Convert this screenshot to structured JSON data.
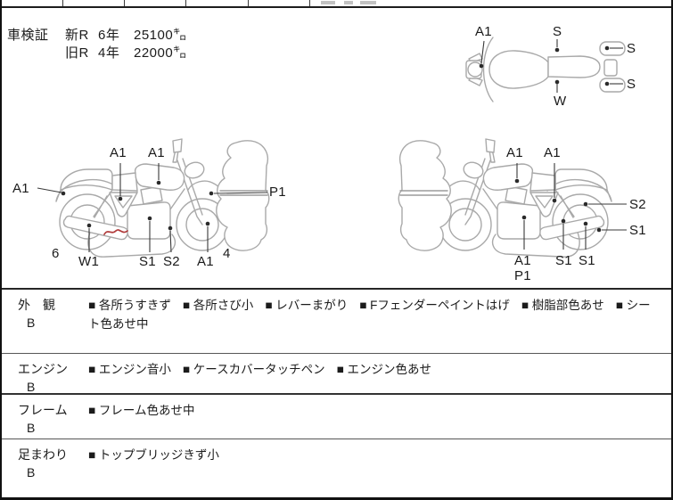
{
  "bullet": "■",
  "cert": {
    "title": "車検証",
    "new_era": "新R",
    "new_year": "6年",
    "new_mileage": "25100㌔",
    "old_era": "旧R",
    "old_year": "4年",
    "old_mileage": "22000㌔"
  },
  "diagrams": {
    "top_view": {
      "labels": [
        "A1",
        "S",
        "S",
        "S",
        "W"
      ]
    },
    "left_view": {
      "labels": [
        "A1",
        "A1",
        "A1",
        "P1",
        "6",
        "W1",
        "S1",
        "S2",
        "A1",
        "4"
      ]
    },
    "right_view": {
      "labels": [
        "A1",
        "A1",
        "S2",
        "S1",
        "A1",
        "P1",
        "S1",
        "S1"
      ]
    }
  },
  "conditions": [
    {
      "category": "外　観",
      "grade": "B",
      "items": [
        "各所うすきず",
        "各所さび小",
        "レバーまがり",
        "Fフェンダーペイントはげ",
        "樹脂部色あせ",
        "シート色あせ中"
      ]
    },
    {
      "category": "エンジン",
      "grade": "B",
      "items": [
        "エンジン音小",
        "ケースカバータッチペン",
        "エンジン色あせ"
      ]
    },
    {
      "category": "フレーム",
      "grade": "B",
      "items": [
        "フレーム色あせ中"
      ]
    },
    {
      "category": "足まわり",
      "grade": "B",
      "items": [
        "トップブリッジきず小"
      ]
    }
  ],
  "colors": {
    "line_art": "#a9a9a9",
    "ink": "#1b1b1b",
    "defect_mark": "#b03a3a"
  }
}
